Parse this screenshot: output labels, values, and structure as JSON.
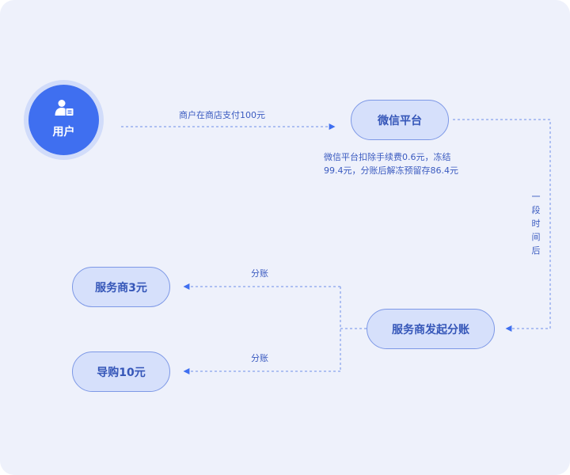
{
  "nodes": {
    "user": {
      "label": "用户"
    },
    "wechat": {
      "label": "微信平台"
    },
    "provider_action": {
      "label": "服务商发起分账"
    },
    "provider_share": {
      "label": "服务商3元"
    },
    "guide_share": {
      "label": "导购10元"
    }
  },
  "edges": {
    "user_to_wechat": {
      "label": "商户在商店支付100元"
    },
    "wechat_fee_line1": "微信平台扣除手续费0.6元，冻结",
    "wechat_fee_line2": "99.4元，分账后解冻预留存86.4元",
    "wechat_to_provider": {
      "label": "一段时间后"
    },
    "to_provider_share": {
      "label": "分账"
    },
    "to_guide_share": {
      "label": "分账"
    }
  },
  "colors": {
    "background": "#eef1fb",
    "accent": "#3f6ff0",
    "node_fill": "#d6e0fb",
    "node_border": "#7d98e6",
    "text": "#3556b8"
  },
  "icons": {
    "user": "user-card-icon"
  }
}
